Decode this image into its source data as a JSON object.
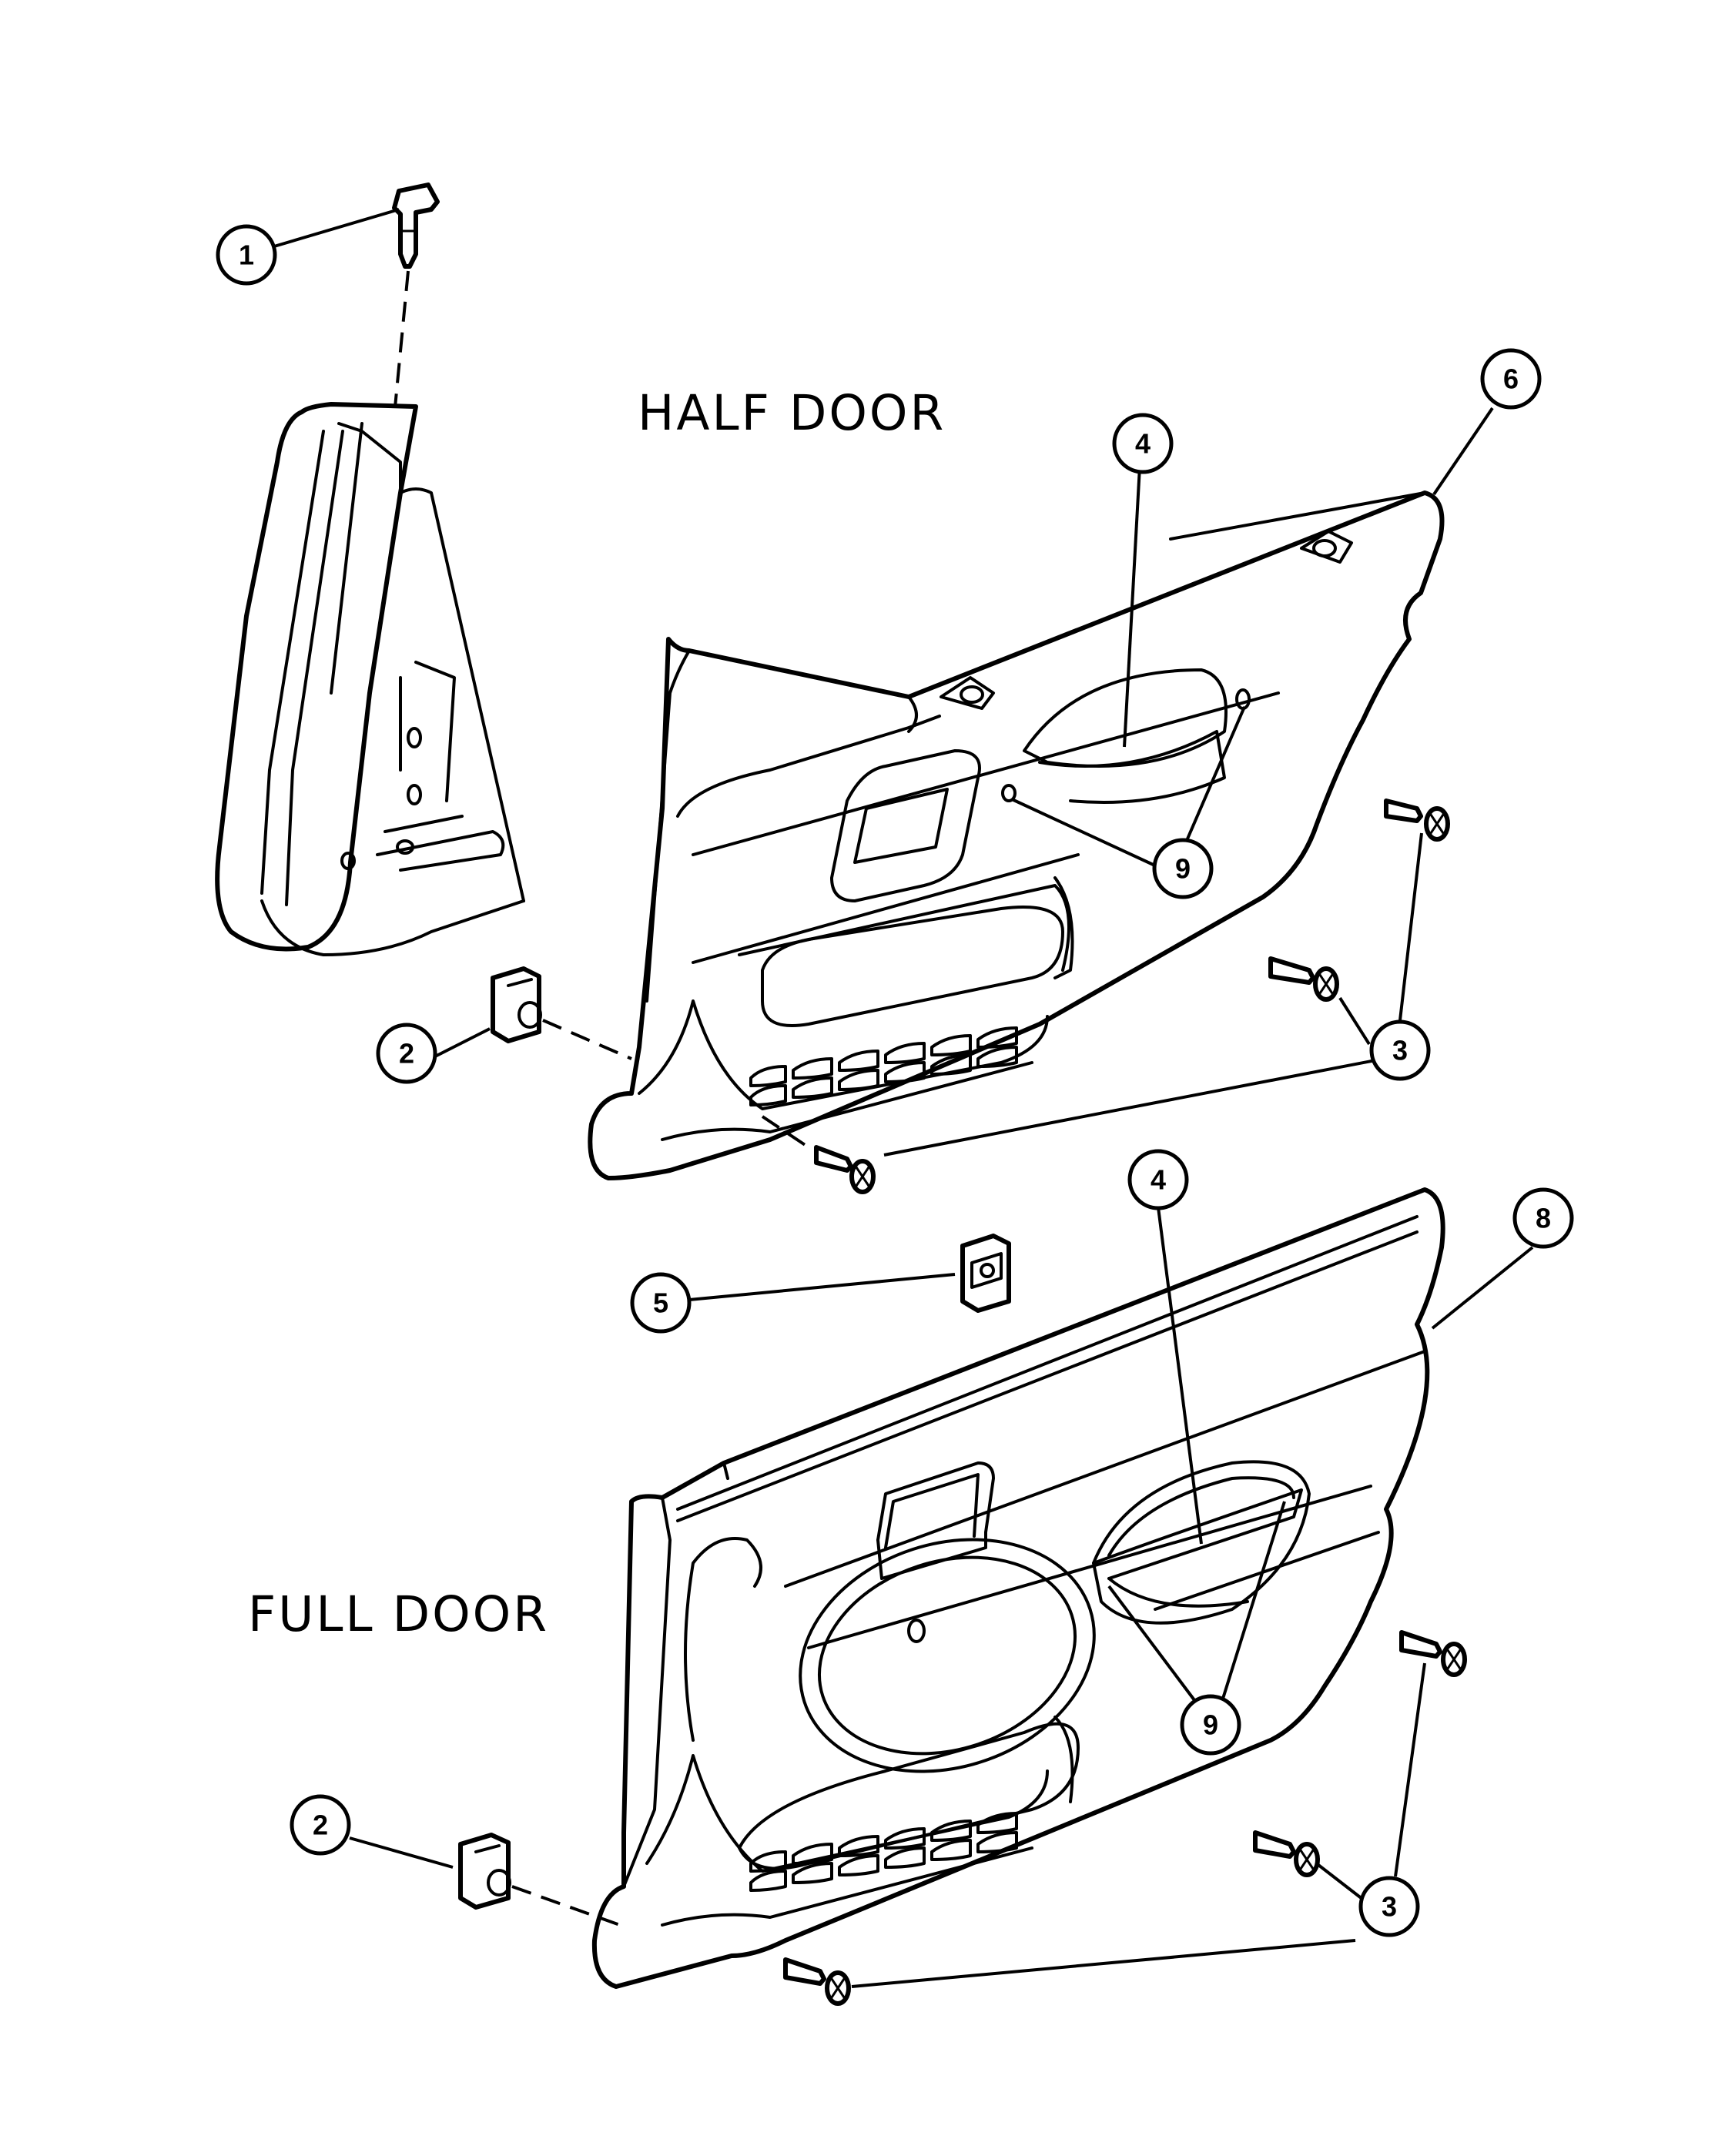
{
  "labels": {
    "half_door": "HALF DOOR",
    "full_door": "FULL DOOR"
  },
  "callouts": [
    {
      "id": "c1",
      "number": "1"
    },
    {
      "id": "c2a",
      "number": "2"
    },
    {
      "id": "c3a",
      "number": "3"
    },
    {
      "id": "c4a",
      "number": "4"
    },
    {
      "id": "c6",
      "number": "6"
    },
    {
      "id": "c9a",
      "number": "9"
    },
    {
      "id": "c4b",
      "number": "4"
    },
    {
      "id": "c5",
      "number": "5"
    },
    {
      "id": "c8",
      "number": "8"
    },
    {
      "id": "c9b",
      "number": "9"
    },
    {
      "id": "c2b",
      "number": "2"
    },
    {
      "id": "c3b",
      "number": "3"
    }
  ]
}
